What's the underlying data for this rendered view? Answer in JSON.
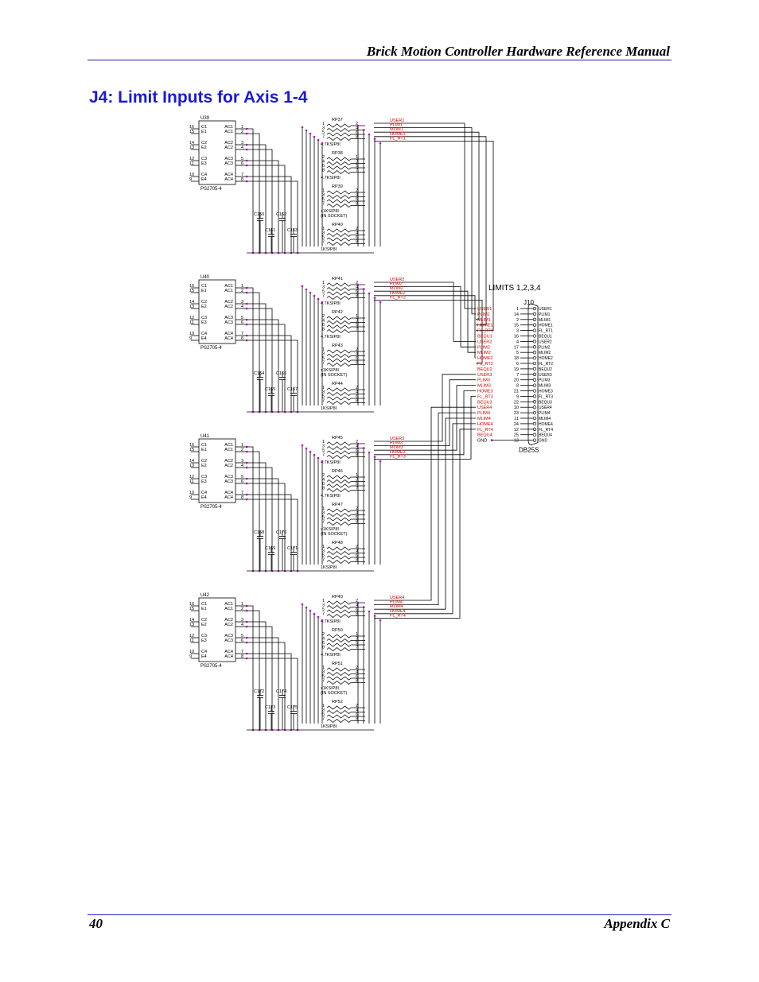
{
  "header": {
    "manual_title": "Brick Motion Controller Hardware Reference Manual"
  },
  "section": {
    "title": "J4:  Limit Inputs for Axis 1-4"
  },
  "footer": {
    "page_number": "40",
    "appendix": "Appendix C"
  },
  "schematic": {
    "limits_label": "LIMITS 1,2,3,4",
    "connector_ref": "J10",
    "connector_type": "DB25S",
    "opto_part": "PS2705-4",
    "opto_left_pins": [
      "16",
      "15",
      "14",
      "13",
      "12",
      "11",
      "10",
      "9"
    ],
    "opto_left_names": [
      "C1",
      "E1",
      "C2",
      "E2",
      "C3",
      "E3",
      "C4",
      "E4"
    ],
    "opto_right_names": [
      "AC1",
      "AC1",
      "AC2",
      "AC2",
      "AC3",
      "AC3",
      "AC4",
      "AC4"
    ],
    "opto_right_pins": [
      "1",
      "2",
      "3",
      "4",
      "5",
      "6",
      "7",
      "8"
    ],
    "sip_4k7": "4.7KSIP8I",
    "sip_1k": "1KSIP8I",
    "sip_1k_socket": "x1KSIP8I",
    "in_socket": "(IN SOCKET)",
    "blocks": [
      {
        "opto": "U39",
        "rp": [
          "RP37",
          "RP38",
          "RP39",
          "RP40"
        ],
        "caps": [
          "C160",
          "C162",
          "C161",
          "C163"
        ],
        "signals": [
          "USER1",
          "PLIM1",
          "MLIM1",
          "HOME1",
          "FL_RT1"
        ]
      },
      {
        "opto": "U40",
        "rp": [
          "RP41",
          "RP42",
          "RP43",
          "RP44"
        ],
        "caps": [
          "C164",
          "C166",
          "C165",
          "C167"
        ],
        "signals": [
          "USER2",
          "PLIM2",
          "MLIM2",
          "HOME2",
          "FL_RT2"
        ]
      },
      {
        "opto": "U41",
        "rp": [
          "RP45",
          "RP46",
          "RP47",
          "RP48"
        ],
        "caps": [
          "C168",
          "C170",
          "C169",
          "C171"
        ],
        "signals": [
          "USER3",
          "PLIM3",
          "MLIM3",
          "HOME3",
          "FL_RT3"
        ]
      },
      {
        "opto": "U42",
        "rp": [
          "RP49",
          "RP50",
          "RP51",
          "RP52"
        ],
        "caps": [
          "C172",
          "C174",
          "C173",
          "C175"
        ],
        "signals": [
          "USER4",
          "PLIM4",
          "MLIM4",
          "HOME4",
          "FL_RT4"
        ]
      }
    ],
    "connector_pins": [
      {
        "sig": "USER1",
        "pin": "1",
        "pname": "USER1"
      },
      {
        "sig": "PLIM1",
        "pin": "14",
        "pname": "PLIM1"
      },
      {
        "sig": "MLIM1",
        "pin": "2",
        "pname": "MLIM1"
      },
      {
        "sig": "HOME1",
        "pin": "15",
        "pname": "HOME1"
      },
      {
        "sig": "FL_RT1",
        "pin": "3",
        "pname": "FL_RT1"
      },
      {
        "sig": "BEQU1",
        "pin": "16",
        "pname": "BEQU1"
      },
      {
        "sig": "USER2",
        "pin": "4",
        "pname": "USER2"
      },
      {
        "sig": "PLIM2",
        "pin": "17",
        "pname": "PLIM2"
      },
      {
        "sig": "MLIM2",
        "pin": "5",
        "pname": "MLIM2"
      },
      {
        "sig": "HOME2",
        "pin": "18",
        "pname": "HOME2"
      },
      {
        "sig": "FL_RT2",
        "pin": "6",
        "pname": "FL_RT2"
      },
      {
        "sig": "BEQU2",
        "pin": "19",
        "pname": "BEQU2"
      },
      {
        "sig": "USER3",
        "pin": "7",
        "pname": "USER3"
      },
      {
        "sig": "PLIM3",
        "pin": "20",
        "pname": "PLIM3"
      },
      {
        "sig": "MLIM3",
        "pin": "8",
        "pname": "MLIM3"
      },
      {
        "sig": "HOME3",
        "pin": "21",
        "pname": "HOME3"
      },
      {
        "sig": "FL_RT3",
        "pin": "9",
        "pname": "FL_RT3"
      },
      {
        "sig": "BEQU3",
        "pin": "22",
        "pname": "BEQU3"
      },
      {
        "sig": "USER4",
        "pin": "10",
        "pname": "USER4"
      },
      {
        "sig": "PLIM4",
        "pin": "23",
        "pname": "PLIM4"
      },
      {
        "sig": "MLIM4",
        "pin": "11",
        "pname": "MLIM4"
      },
      {
        "sig": "HOME4",
        "pin": "24",
        "pname": "HOME4"
      },
      {
        "sig": "FL_RT4",
        "pin": "12",
        "pname": "FL_RT4"
      },
      {
        "sig": "BEQU4",
        "pin": "25",
        "pname": "BEQU4"
      },
      {
        "sig": "GND",
        "pin": "13",
        "pname": "GND"
      }
    ],
    "colors": {
      "wire": "#000000",
      "signal": "#d00000",
      "junction": "#c000c0",
      "rule": "#1f1fb0",
      "title": "#1a1ad6"
    }
  }
}
